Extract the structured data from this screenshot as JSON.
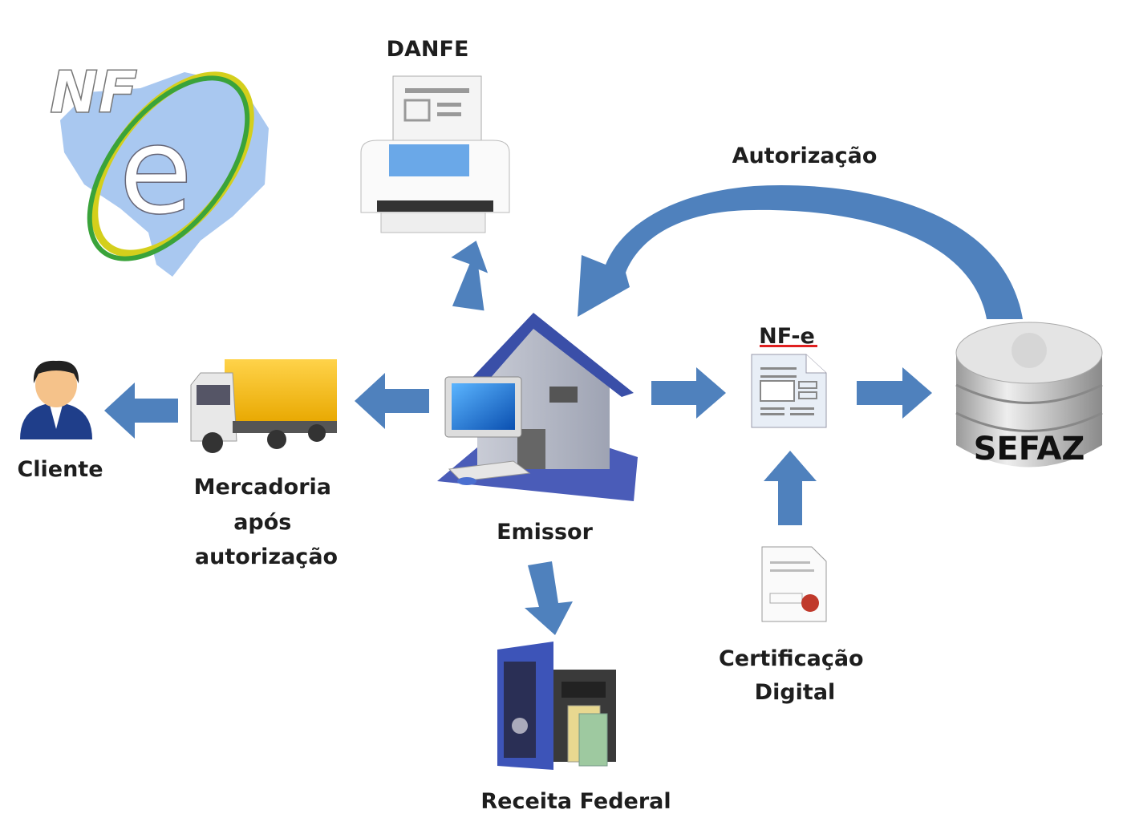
{
  "logo": {
    "text_nf": "NF",
    "text_e": "e"
  },
  "nodes": {
    "danfe": "DANFE",
    "autorizacao": "Autorização",
    "nfe": "NF-e",
    "sefaz": "SEFAZ",
    "cliente": "Cliente",
    "mercadoria": [
      "Mercadoria",
      "após",
      "autorização"
    ],
    "emissor": "Emissor",
    "certificacao": [
      "Certificação",
      "Digital"
    ],
    "receita": "Receita Federal"
  },
  "colors": {
    "arrow": "#4f81bd",
    "underline": "#e02020",
    "text": "#1e1e1e"
  }
}
